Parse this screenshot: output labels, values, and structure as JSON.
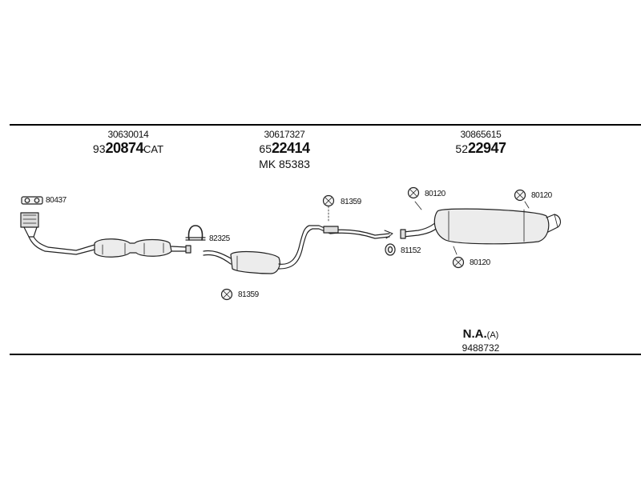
{
  "groups": [
    {
      "ref": "30630014",
      "prefix": "93",
      "main": "20874",
      "suffix": "CAT",
      "extra": ""
    },
    {
      "ref": "30617327",
      "prefix": "65",
      "main": "22414",
      "suffix": "",
      "extra": "MK 85383"
    },
    {
      "ref": "30865615",
      "prefix": "52",
      "main": "22947",
      "suffix": "",
      "extra": ""
    }
  ],
  "parts": {
    "gasket_front": "80437",
    "clamp": "82325",
    "hanger_mid": "81359",
    "hanger_low": "81359",
    "ring": "81152",
    "rear_hanger_1": "80120",
    "rear_hanger_2": "80120",
    "rear_hanger_3": "80120"
  },
  "note": {
    "main": "N.A.",
    "sub": "(A)",
    "number": "9488732"
  }
}
